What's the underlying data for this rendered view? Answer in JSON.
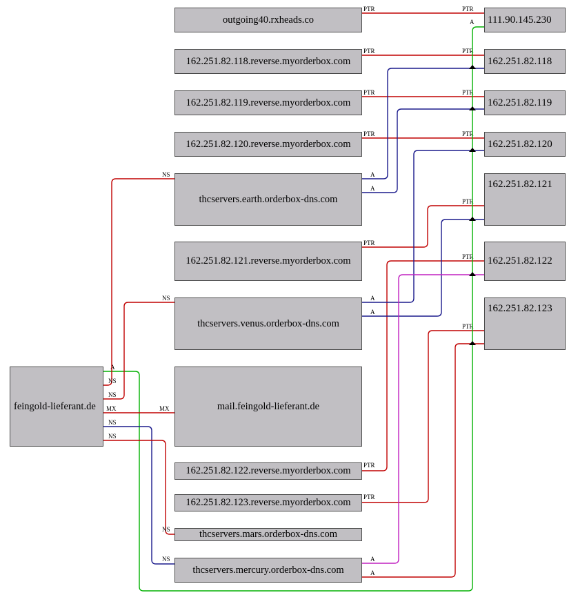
{
  "nodes": {
    "outgoing40": "outgoing40.rxheads.co",
    "rev118": "162.251.82.118.reverse.myorderbox.com",
    "rev119": "162.251.82.119.reverse.myorderbox.com",
    "rev120": "162.251.82.120.reverse.myorderbox.com",
    "earth": "thcservers.earth.orderbox-dns.com",
    "rev121": "162.251.82.121.reverse.myorderbox.com",
    "venus": "thcservers.venus.orderbox-dns.com",
    "feingold": "feingold-lieferant.de",
    "mail": "mail.feingold-lieferant.de",
    "rev122": "162.251.82.122.reverse.myorderbox.com",
    "rev123": "162.251.82.123.reverse.myorderbox.com",
    "mars": "thcservers.mars.orderbox-dns.com",
    "mercury": "thcservers.mercury.orderbox-dns.com",
    "ip230": "111.90.145.230",
    "ip118": "162.251.82.118",
    "ip119": "162.251.82.119",
    "ip120": "162.251.82.120",
    "ip121": "162.251.82.121",
    "ip122": "162.251.82.122",
    "ip123": "162.251.82.123"
  },
  "record_types": {
    "ptr": "PTR",
    "a": "A",
    "ns": "NS",
    "mx": "MX"
  },
  "colors": {
    "ptr": "#c00000",
    "ns": "#c00000",
    "mx": "#c00000",
    "a_blue": "#1a1a8c",
    "a_green": "#00b000",
    "a_magenta": "#c020c0",
    "a_red": "#c00000",
    "node_fill": "#c1bfc3"
  }
}
